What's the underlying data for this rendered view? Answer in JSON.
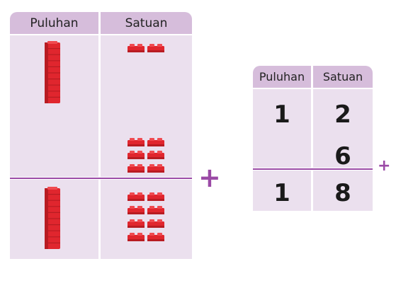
{
  "left_table": {
    "headers": [
      "Puluhan",
      "Satuan"
    ],
    "row1": {
      "tens_blocks": 1,
      "ones_blocks": 8
    },
    "row2": {
      "tens_blocks": 1,
      "ones_blocks": 8
    },
    "operator": "+"
  },
  "right_table": {
    "headers": [
      "Puluhan",
      "Satuan"
    ],
    "rows": [
      {
        "puluhan": "1",
        "satuan": "2"
      },
      {
        "puluhan": "",
        "satuan": "6"
      },
      {
        "puluhan": "1",
        "satuan": "8"
      }
    ],
    "operator": "+"
  },
  "colors": {
    "header": "#d6bddb",
    "cell": "#ebe0ee",
    "accent": "#9b4aa6",
    "block": "#e0262e"
  }
}
